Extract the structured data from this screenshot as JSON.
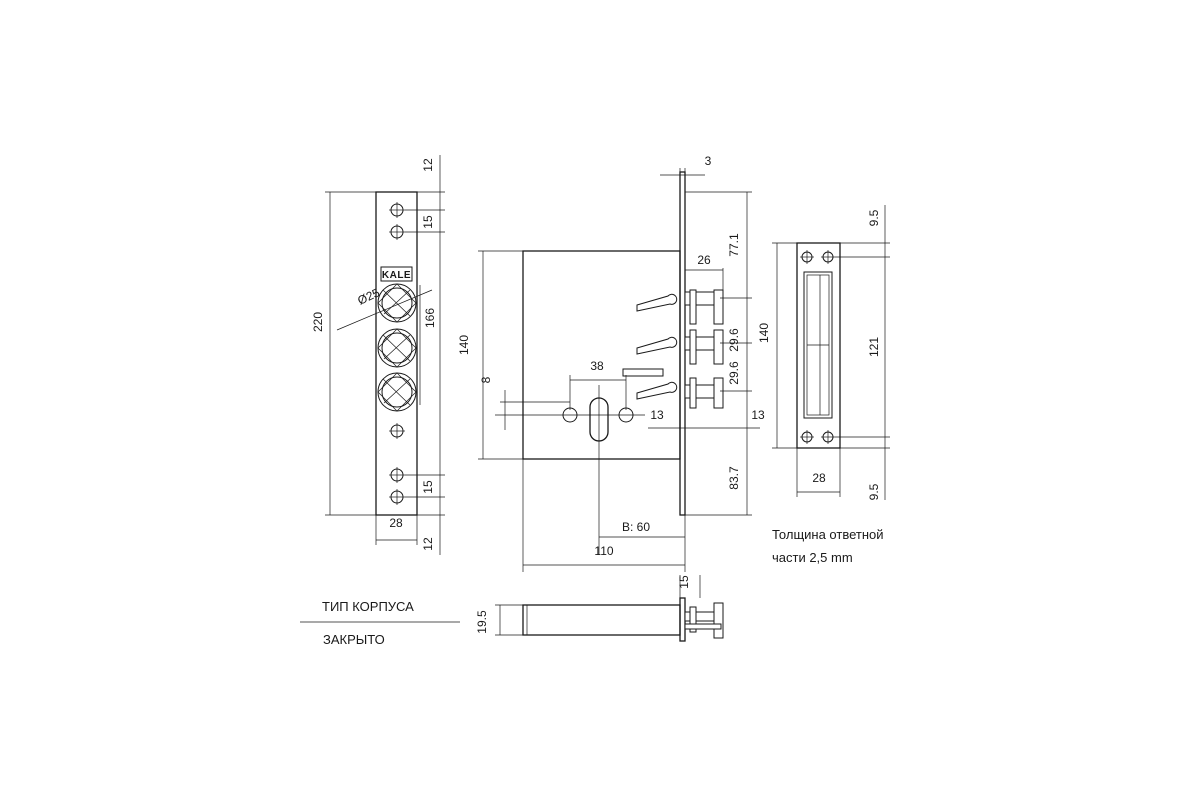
{
  "brand": "KALE",
  "faceplate_dims": {
    "top_offset": "12",
    "top_hole_spacing": "15",
    "height": "220",
    "cutout_diameter": "Ø25",
    "cutout_span": "166",
    "bottom_hole_spacing": "15",
    "width": "28",
    "bottom_offset": "12"
  },
  "body_dims": {
    "faceplate_thickness": "3",
    "bolt_throw": "26",
    "top_to_bolt": "77.1",
    "body_height": "140",
    "bolt_spacing_1": "29.6",
    "bolt_spacing_2": "29.6",
    "body_height_right": "140",
    "cylinder_width": "38",
    "cylinder_offset": "8",
    "cylinder_hole_1": "13",
    "cylinder_hole_2": "13",
    "bottom_to_bolt": "83.7",
    "backset": "B: 60",
    "body_depth": "110"
  },
  "strike_dims": {
    "top_offset": "9.5",
    "hole_spacing": "121",
    "width": "28",
    "bottom_offset": "9.5"
  },
  "strike_note": {
    "line1": "Толщина ответной",
    "line2": "части  2,5 mm"
  },
  "side_view_dims": {
    "plate_width": "15",
    "body_thickness": "19.5"
  },
  "case_type": {
    "label": "ТИП КОРПУСА",
    "value": "ЗАКРЫТО"
  }
}
